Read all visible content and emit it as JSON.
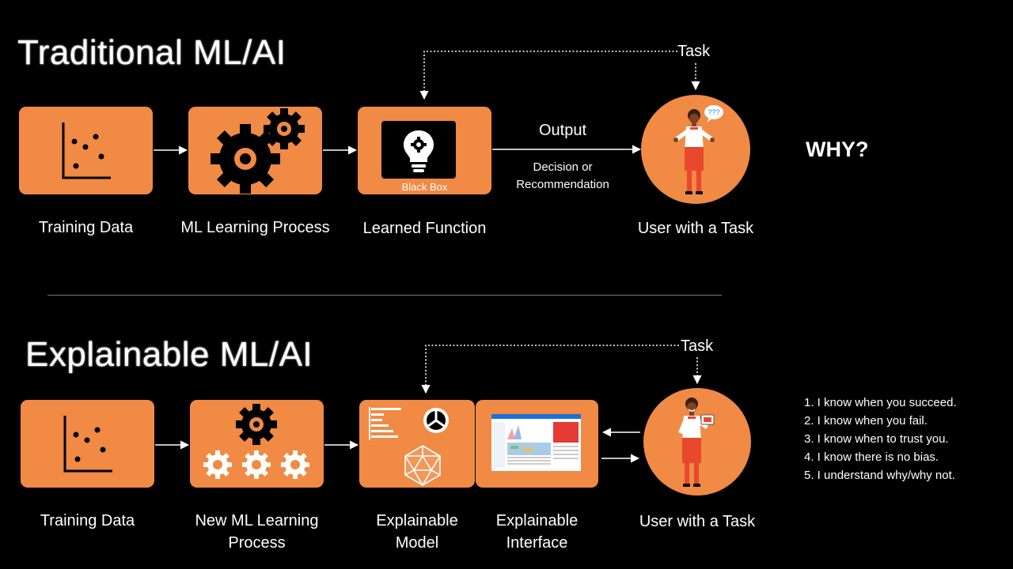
{
  "traditional": {
    "title": "Traditional ML/AI",
    "training_data_label": "Training Data",
    "learning_process_label": "ML Learning Process",
    "black_box_label": "Black Box",
    "learned_function_label": "Learned Function",
    "output_label": "Output",
    "decision_line1": "Decision or",
    "decision_line2": "Recommendation",
    "task_label": "Task",
    "user_label": "User with a Task",
    "question_bubble": "???",
    "why_label": "WHY?"
  },
  "explainable": {
    "title": "Explainable ML/AI",
    "training_data_label": "Training Data",
    "learning_process_line1": "New ML Learning",
    "learning_process_line2": "Process",
    "model_line1": "Explainable",
    "model_line2": "Model",
    "interface_line1": "Explainable",
    "interface_line2": "Interface",
    "task_label": "Task",
    "user_label": "User with a Task",
    "benefits": [
      "1. I know when you succeed.",
      "2. I know when you fail.",
      "3. I know when to trust you.",
      "4. I know there is no bias.",
      "5. I understand why/why not."
    ]
  },
  "colors": {
    "accent": "#f08a45",
    "background": "#000000",
    "text": "#ffffff"
  }
}
